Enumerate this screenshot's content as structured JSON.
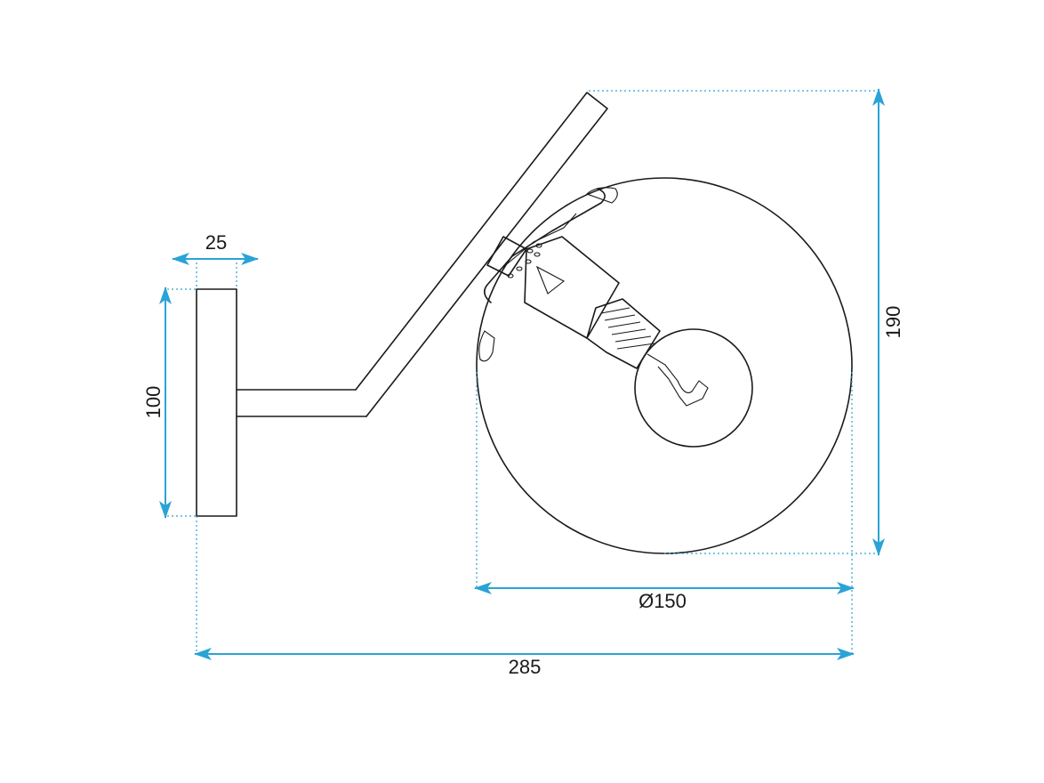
{
  "colors": {
    "dimension": "#2aa3d6",
    "outline": "#1a1a1a",
    "background": "#ffffff"
  },
  "dimensions": {
    "plate_depth": "25",
    "plate_height": "100",
    "total_height": "190",
    "globe_diameter": "Ø150",
    "total_length": "285"
  }
}
